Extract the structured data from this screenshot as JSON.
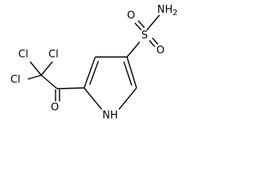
{
  "molecule": {
    "atoms": {
      "cl1": "Cl",
      "cl2": "Cl",
      "cl3": "Cl",
      "oxygen": "O",
      "sulfur": "S",
      "sulfonyl_o1": "O",
      "sulfonyl_o2": "O",
      "amine": "NH",
      "amine_subscript": "2",
      "ring_nh": "NH"
    }
  }
}
